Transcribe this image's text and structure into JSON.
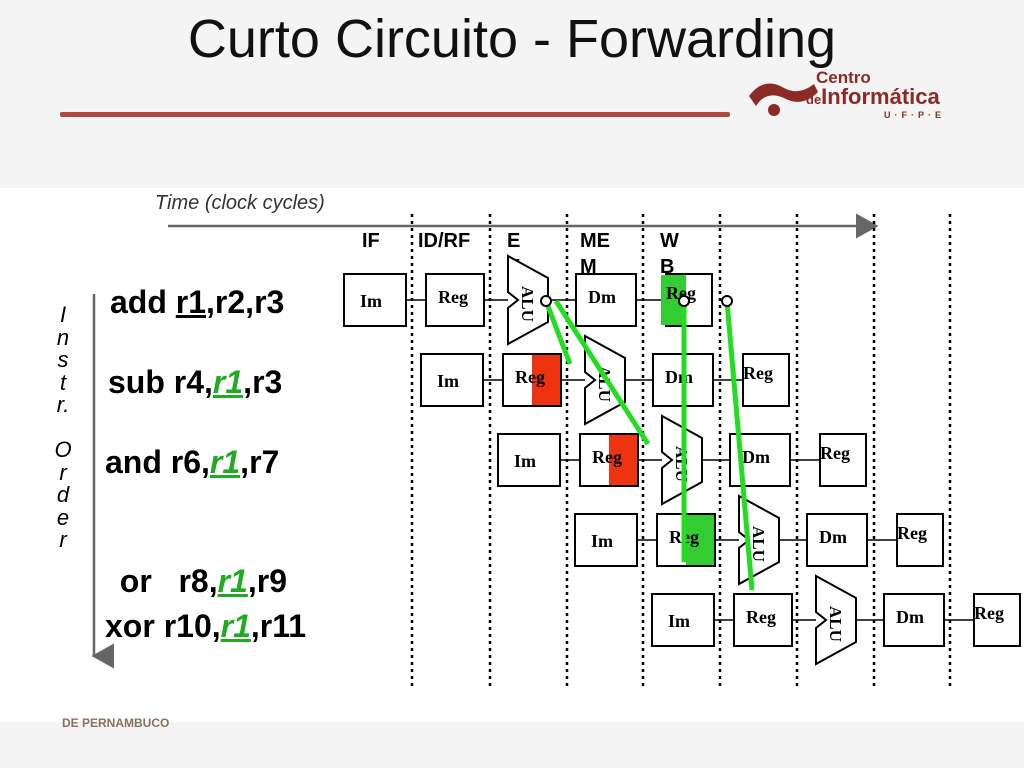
{
  "slide": {
    "title": "Curto Circuito - Forwarding",
    "time_label": "Time (clock cycles)",
    "order_label": [
      "I",
      "n",
      "s",
      "t",
      "r.",
      "",
      "O",
      "r",
      "d",
      "e",
      "r"
    ],
    "logo": {
      "line1": "Centro",
      "line2_prefix": "de",
      "line2": "Informática",
      "line3": "U·F·P·E"
    },
    "bottom_logo": "DE PERNAMBUCO"
  },
  "stages": [
    "IF",
    "ID/RF",
    "EX",
    "MEM",
    "WB"
  ],
  "unit_labels": {
    "im": "Im",
    "reg": "Reg",
    "alu": "ALU",
    "dm": "Dm"
  },
  "instructions": [
    {
      "op": "add",
      "dest": "r1",
      "rest": ",r2,r3"
    },
    {
      "op": "sub r4,",
      "src": "r1",
      "rest": ",r3"
    },
    {
      "op": "and r6,",
      "src": "r1",
      "rest": ",r7"
    },
    {
      "op": "or   r8,",
      "src": "r1",
      "rest": ",r9"
    },
    {
      "op": "xor r10,",
      "src": "r1",
      "rest": ",r11"
    }
  ],
  "colors": {
    "forward_line": "#22dd22",
    "reg_read_highlight": "#ee3311",
    "reg_write_highlight": "#33cc33",
    "rule": "#b0483d",
    "logo": "#8c2a28"
  }
}
